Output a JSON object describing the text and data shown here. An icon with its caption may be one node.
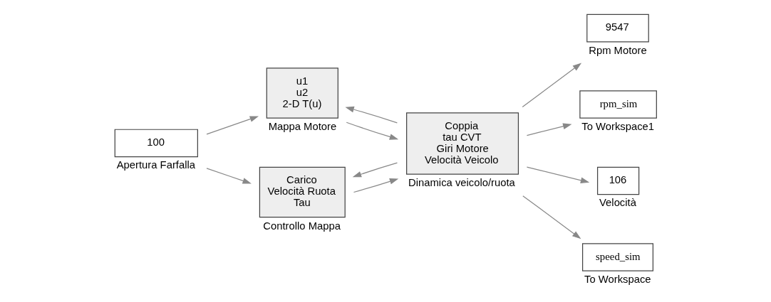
{
  "diagram": {
    "nodes": [
      {
        "text": [
          "100"
        ],
        "beside": [
          "Apertura Farfalla"
        ]
      },
      {
        "text": [
          "u1",
          "u2",
          "2-D T(u)"
        ],
        "beside": [
          "Mappa Motore"
        ]
      },
      {
        "text": [
          "Carico",
          "Velocità Ruota",
          "Tau"
        ],
        "beside": [
          "Controllo Mappa"
        ]
      },
      {
        "text": [
          "Coppia",
          "tau CVT",
          "Giri Motore",
          "Velocità Veicolo"
        ],
        "beside": [
          "Dinamica veicolo/ruota"
        ]
      },
      {
        "text": [
          "9547"
        ],
        "beside": [
          "Rpm Motore"
        ]
      },
      {
        "text": [
          "rpm_sim"
        ],
        "beside": [
          "To Workspace1"
        ]
      },
      {
        "text": [
          "106"
        ],
        "beside": [
          "Velocità"
        ]
      },
      {
        "text": [
          "speed_sim"
        ],
        "beside": [
          "To Workspace"
        ]
      }
    ],
    "edges": [
      {
        "from": 0,
        "to": 1,
        "arrow": "to"
      },
      {
        "from": 0,
        "to": 2,
        "arrow": "to"
      },
      {
        "from": 1,
        "to": 3,
        "arrow": "to"
      },
      {
        "from": 2,
        "to": 3,
        "arrow": "to"
      },
      {
        "from": 3,
        "to": 4,
        "arrow": "to"
      },
      {
        "from": 3,
        "to": 5,
        "arrow": "to"
      },
      {
        "from": 3,
        "to": 1,
        "arrow": "to"
      },
      {
        "from": 3,
        "to": 6,
        "arrow": "to"
      },
      {
        "from": 3,
        "to": 7,
        "arrow": "to"
      },
      {
        "from": 3,
        "to": 2,
        "arrow": "to"
      }
    ]
  }
}
